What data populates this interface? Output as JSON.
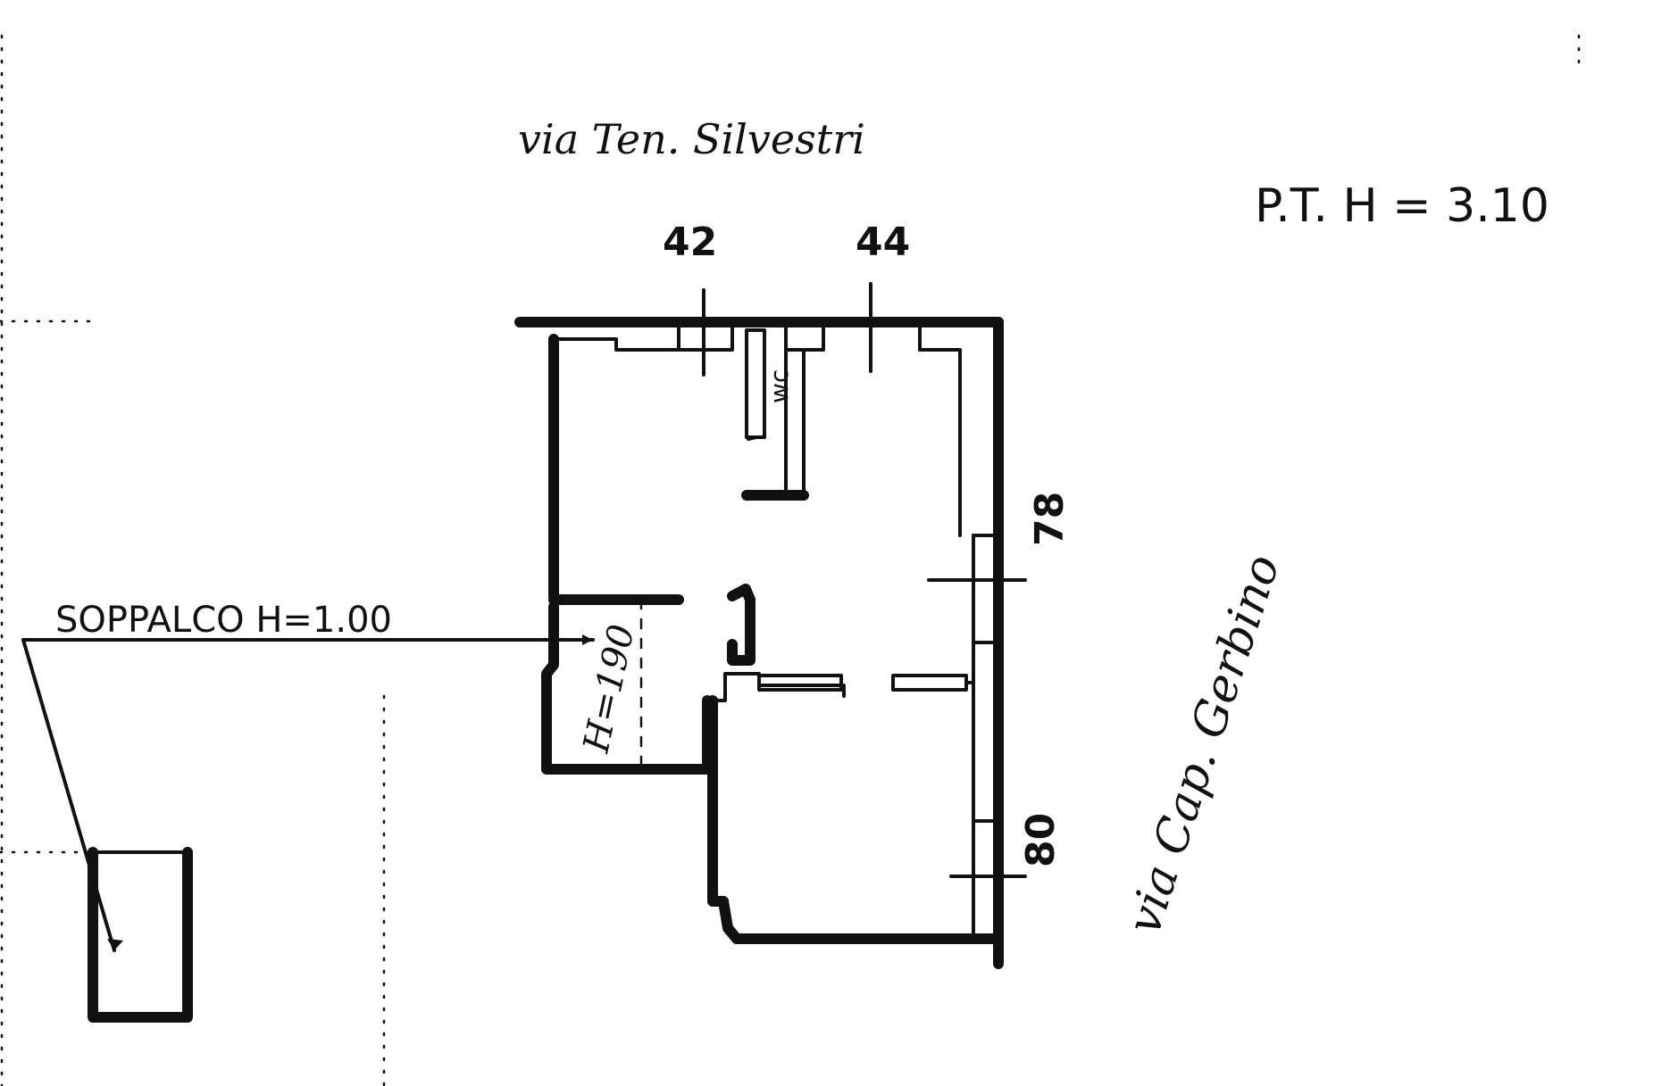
{
  "street_top": "via Ten. Silvestri",
  "street_right": "via Cap. Gerbino",
  "floor_height": "P.T.  H = 3.10",
  "civic_42": "42",
  "civic_44": "44",
  "civic_78": "78",
  "civic_80": "80",
  "wc_label": "wc",
  "soppalco_label": "SOPPALCO  H=1.00",
  "mezzanine_height": "H=190"
}
